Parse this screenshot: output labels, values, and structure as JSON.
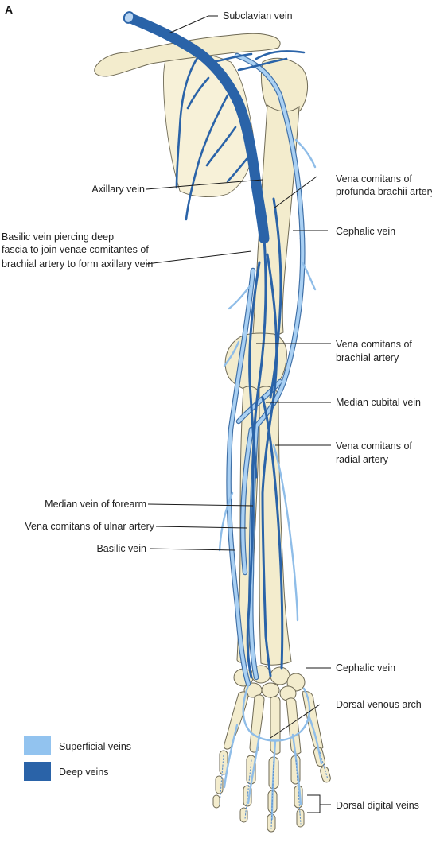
{
  "figure_label": "A",
  "colors": {
    "superficial": "#92c3ef",
    "deep": "#2a63a8",
    "bone": "#f3eccd",
    "outline": "#6f6a55"
  },
  "labels": {
    "subclavian_vein": "Subclavian vein",
    "axillary_vein": "Axillary vein",
    "vena_comitans_profunda_line1": "Vena comitans of",
    "vena_comitans_profunda_line2": "profunda brachii artery",
    "cephalic_vein_upper": "Cephalic vein",
    "basilic_piercing_line1": "Basilic vein piercing deep",
    "basilic_piercing_line2": "fascia to join venae comitantes of",
    "basilic_piercing_line3": "brachial artery to form axillary vein",
    "vena_comitans_brachial_line1": "Vena comitans of",
    "vena_comitans_brachial_line2": "brachial artery",
    "median_cubital_vein": "Median cubital vein",
    "vena_comitans_radial_line1": "Vena comitans of",
    "vena_comitans_radial_line2": "radial artery",
    "median_vein_forearm": "Median vein of forearm",
    "vena_comitans_ulnar": "Vena comitans of ulnar artery",
    "basilic_vein": "Basilic vein",
    "cephalic_vein_lower": "Cephalic vein",
    "dorsal_venous_arch": "Dorsal venous arch",
    "dorsal_digital_veins": "Dorsal digital veins"
  },
  "legend": {
    "superficial": "Superficial veins",
    "deep": "Deep veins"
  }
}
